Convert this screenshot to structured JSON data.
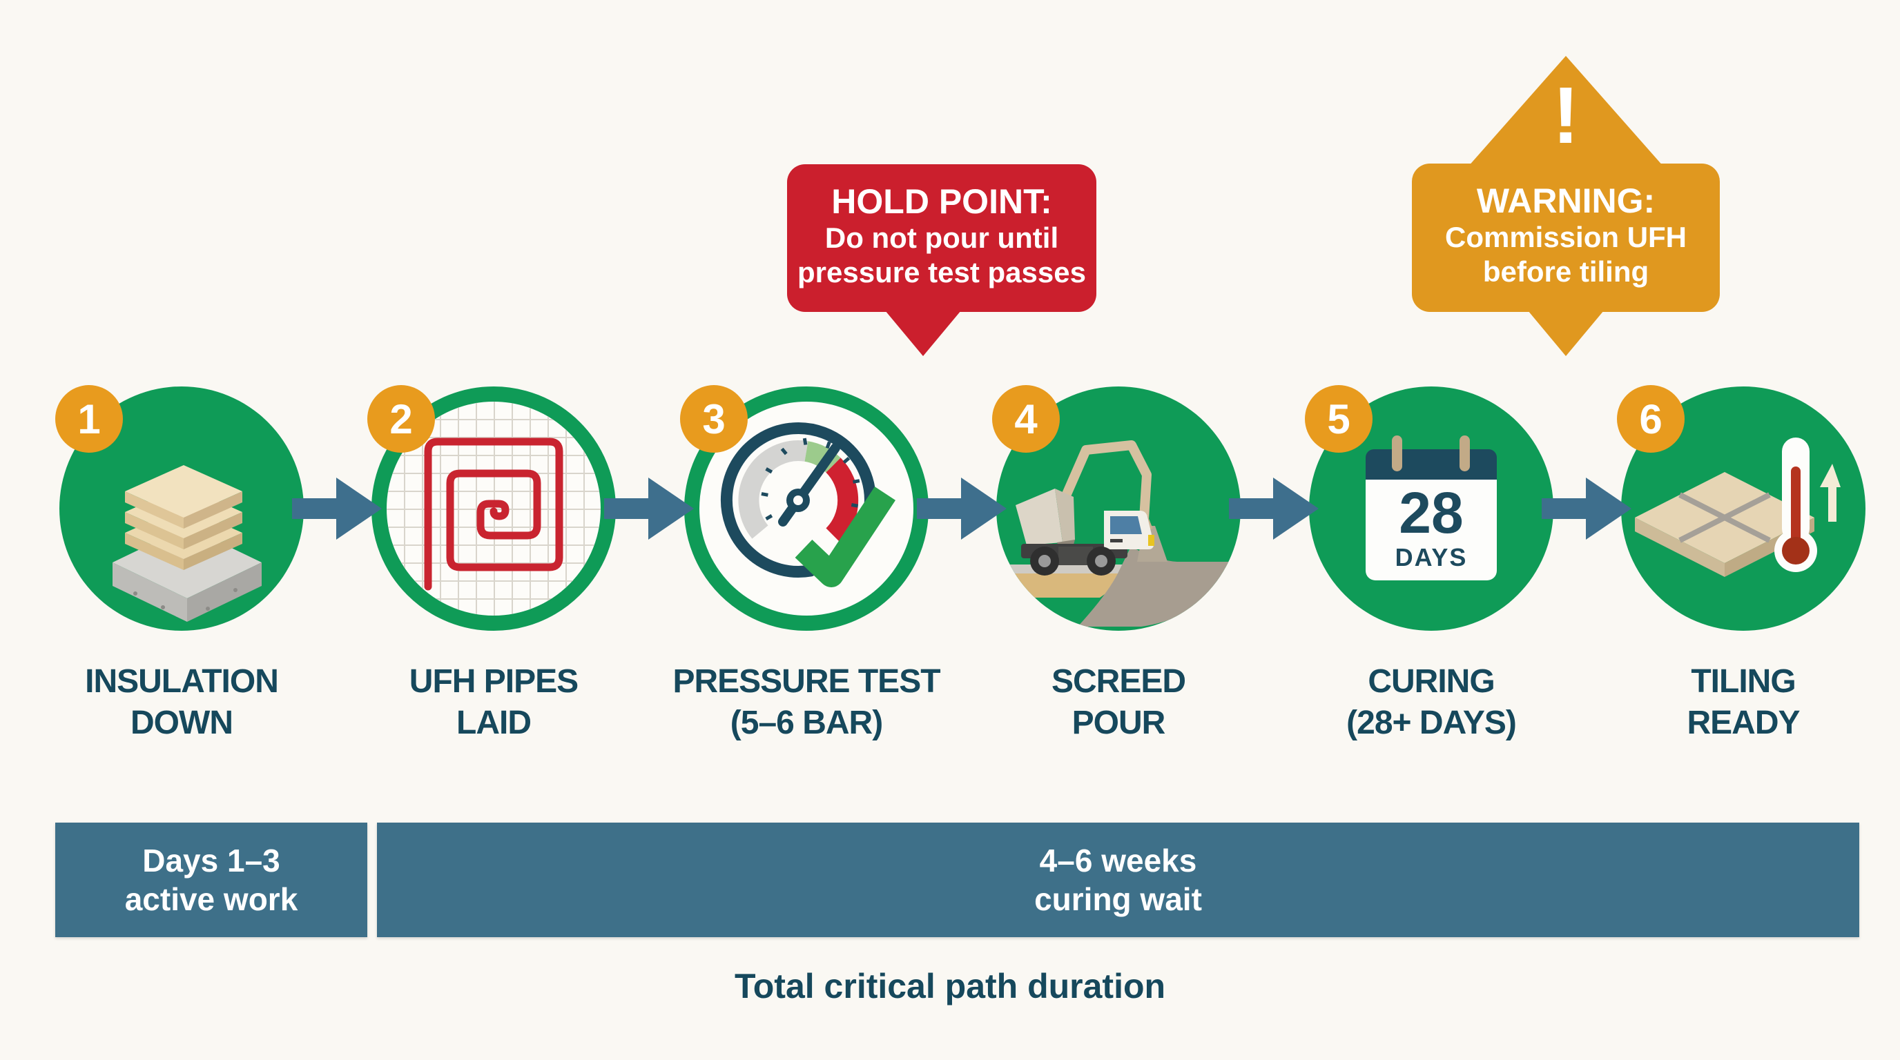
{
  "callouts": {
    "hold_point": {
      "title": "HOLD POINT:",
      "body": "Do not pour until\npressure test passes",
      "color": "#cb1f2d"
    },
    "warning": {
      "title": "WARNING:",
      "body": "Commission UFH\nbefore tiling",
      "exclamation": "!",
      "color": "#e0981f"
    }
  },
  "steps": [
    {
      "number": "1",
      "icon": "insulation-stack-icon",
      "label": "INSULATION\nDOWN"
    },
    {
      "number": "2",
      "icon": "ufh-pipe-spiral-icon",
      "label": "UFH PIPES\nLAID"
    },
    {
      "number": "3",
      "icon": "pressure-gauge-check-icon",
      "label": "PRESSURE TEST\n(5–6 BAR)"
    },
    {
      "number": "4",
      "icon": "screed-pump-truck-icon",
      "label": "SCREED\nPOUR"
    },
    {
      "number": "5",
      "icon": "calendar-28-days-icon",
      "label": "CURING\n(28+ DAYS)",
      "calendar": {
        "big": "28",
        "small": "DAYS"
      }
    },
    {
      "number": "6",
      "icon": "tile-thermometer-icon",
      "label": "TILING\nREADY"
    }
  ],
  "timeline": {
    "segment1": "Days 1–3\nactive work",
    "segment2": "4–6 weeks\ncuring wait",
    "caption": "Total critical path duration"
  },
  "colors": {
    "background": "#faf8f3",
    "step_green": "#0f9b57",
    "badge_orange": "#e89b1e",
    "hold_red": "#cb1f2d",
    "warning_amber": "#e0981f",
    "arrow_steel_blue": "#3e6f8d",
    "timeline_teal": "#3e7089",
    "label_dark_teal": "#16485c"
  }
}
